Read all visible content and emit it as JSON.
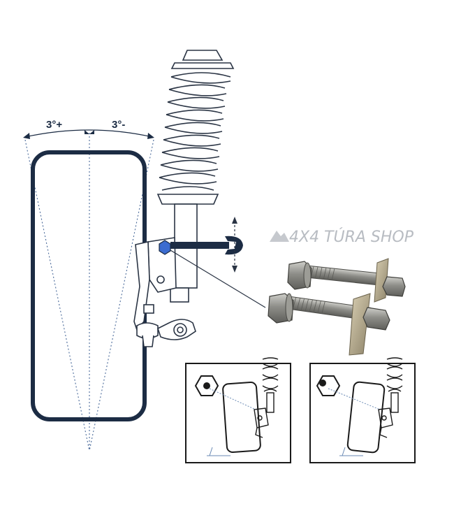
{
  "diagram": {
    "angle_left_label": "3°+",
    "angle_right_label": "3°-"
  },
  "watermark": {
    "text": "4X4 TÚRA SHOP"
  },
  "colors": {
    "outline": "#1c2c44",
    "line": "#3a3a3a",
    "dotted": "#4a6a9a",
    "metal": "#8a8a86",
    "watermark": "#b8bcc2"
  },
  "icons": [
    "camber-wheel-outline",
    "coil-spring-strut",
    "wrench-icon",
    "cam-bolt-pair",
    "mountain-logo-icon"
  ]
}
